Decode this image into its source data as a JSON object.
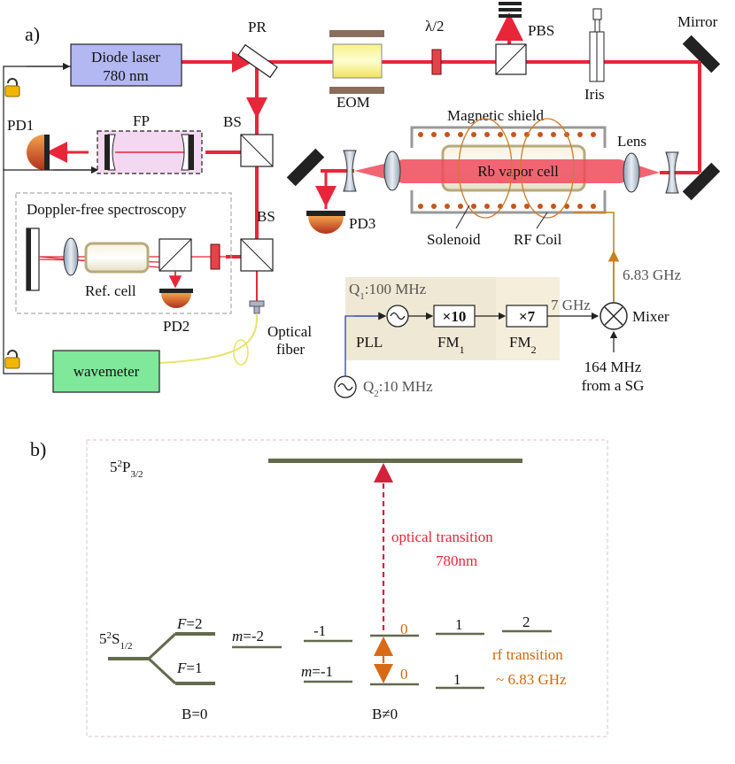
{
  "panel_a": {
    "label": "a)",
    "diode_laser": "Diode laser",
    "diode_wavelength": "780 nm",
    "pr": "PR",
    "eom": "EOM",
    "half_wave": "λ/2",
    "pbs": "PBS",
    "iris": "Iris",
    "mirror": "Mirror",
    "pd1": "PD1",
    "fp": "FP",
    "bs1": "BS",
    "bs2": "BS",
    "magnetic_shield": "Magnetic shield",
    "lens": "Lens",
    "vapor_cell": "Rb vapor cell",
    "pd3": "PD3",
    "solenoid": "Solenoid",
    "rf_coil": "RF Coil",
    "doppler": "Doppler-free spectroscopy",
    "ref_cell": "Ref. cell",
    "pd2": "PD2",
    "freq_683": "6.83 GHz",
    "q1": "Q",
    "q1_sub": "1",
    "q1_val": ":100 MHz",
    "pll": "PLL",
    "x10": "×10",
    "x7": "×7",
    "fm1": "FM",
    "fm1_sub": "1",
    "fm2": "FM",
    "fm2_sub": "2",
    "ghz7": "7 GHz",
    "mixer": "Mixer",
    "sg_freq": "164 MHz",
    "sg_from": "from a SG",
    "optical": "Optical",
    "fiber": "fiber",
    "wavemeter": "wavemeter",
    "q2": "Q",
    "q2_sub": "2",
    "q2_val": ":10 MHz"
  },
  "panel_b": {
    "label": "b)",
    "p_level": "5",
    "p_sup": "2",
    "p_main": "P",
    "p_sub": "3/2",
    "optical_transition": "optical transition",
    "optical_wavelength": "780nm",
    "s_level": "5",
    "s_sup": "2",
    "s_main": "S",
    "s_sub": "1/2",
    "f2_italic": "F",
    "f2_rest": "=2",
    "f1_italic": "F",
    "f1_rest": "=1",
    "m_italic": "m",
    "m_minus2": "=-2",
    "m_minus1": "=-1",
    "upper_minus1": "-1",
    "upper_0": "0",
    "upper_1": "1",
    "upper_2": "2",
    "lower_0": "0",
    "lower_1": "1",
    "rf_transition": "rf transition",
    "rf_freq": "~ 6.83 GHz",
    "b_zero": "B=0",
    "b_nonzero": "B≠0"
  },
  "colors": {
    "beam": "#e8263a",
    "diode": "#b3b8f3",
    "wavemeter": "#7fe89a",
    "fp_box": "#f4d8f1",
    "rf_line": "#c9811f",
    "level": "#636a4d",
    "optical_text": "#e8263a",
    "rf_text": "#cc6a10"
  }
}
